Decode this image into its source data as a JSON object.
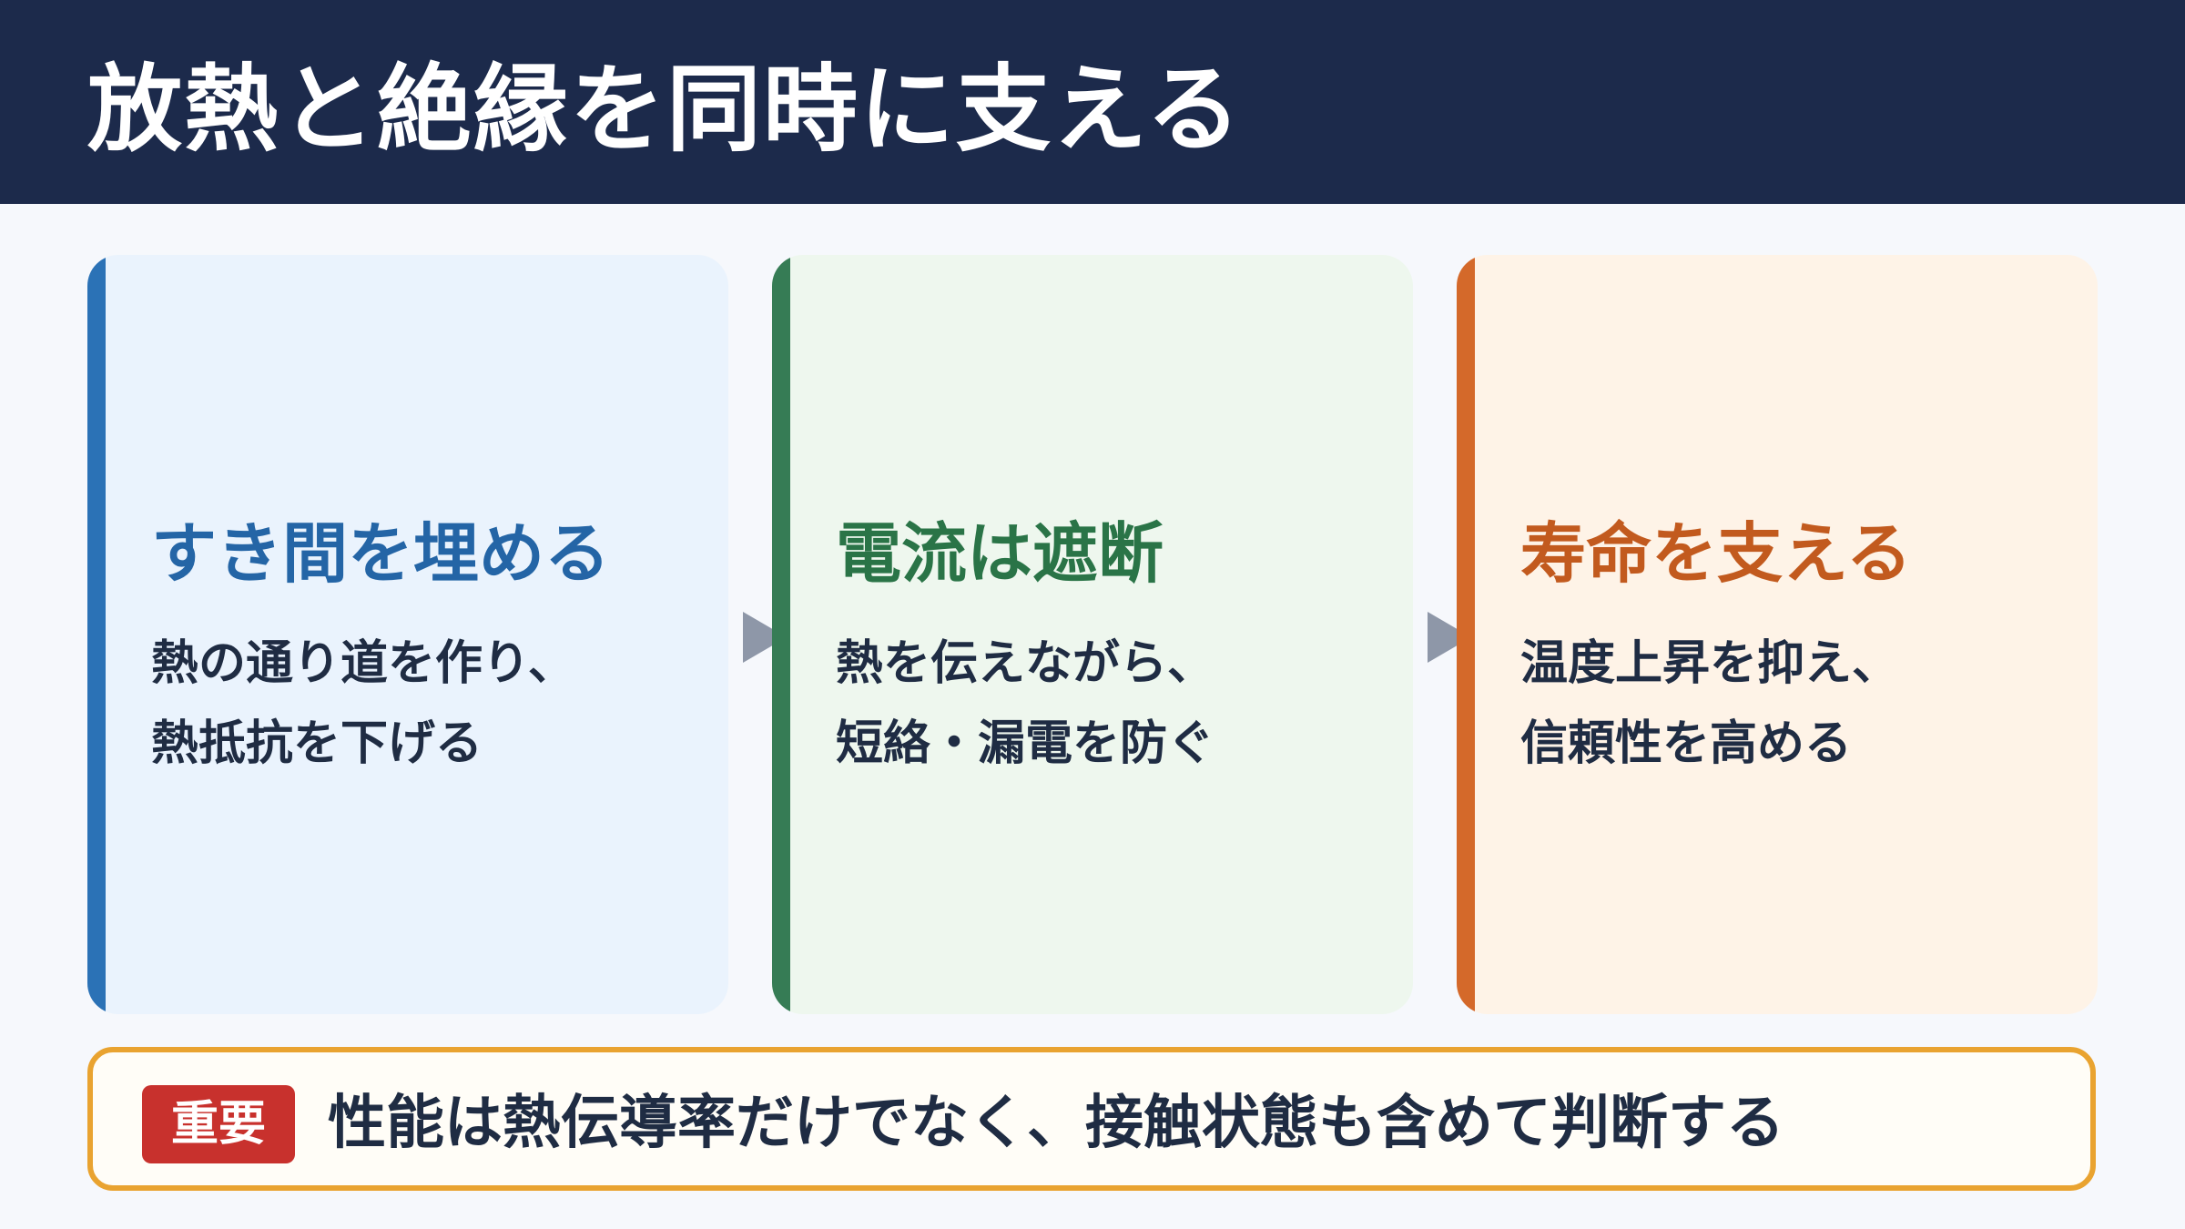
{
  "header": {
    "title": "放熱と絶縁を同時に支える"
  },
  "cards": [
    {
      "heading": "すき間を埋める",
      "lines": [
        "熱の通り道を作り、",
        "熱抵抗を下げる"
      ],
      "accent": "#2b72b6"
    },
    {
      "heading": "電流は遮断",
      "lines": [
        "熱を伝えながら、",
        "短絡・漏電を防ぐ"
      ],
      "accent": "#367c55"
    },
    {
      "heading": "寿命を支える",
      "lines": [
        "温度上昇を抑え、",
        "信頼性を高める"
      ],
      "accent": "#d4692a"
    }
  ],
  "note": {
    "badge": "重要",
    "text": "性能は熱伝導率だけでなく、接触状態も含めて判断する",
    "border_color": "#e9a330",
    "badge_color": "#c8312d"
  },
  "colors": {
    "header_bg": "#1c2a4b",
    "page_bg": "#f6f8fc",
    "arrow": "#8e97a8"
  }
}
